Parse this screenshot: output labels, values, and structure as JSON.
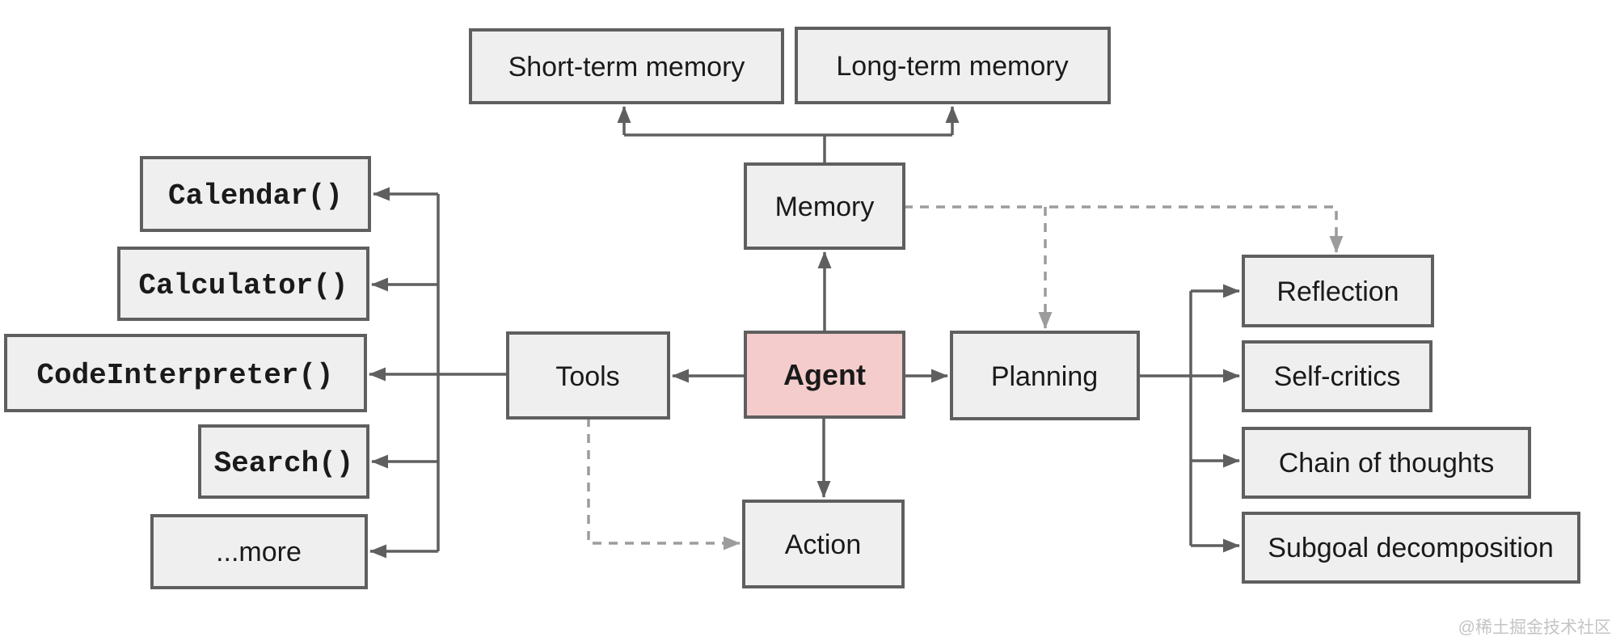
{
  "diagram": {
    "nodes": {
      "short_term_memory": {
        "label": "Short-term memory"
      },
      "long_term_memory": {
        "label": "Long-term memory"
      },
      "memory": {
        "label": "Memory"
      },
      "agent": {
        "label": "Agent"
      },
      "tools": {
        "label": "Tools"
      },
      "planning": {
        "label": "Planning"
      },
      "action": {
        "label": "Action"
      },
      "calendar": {
        "label": "Calendar()"
      },
      "calculator": {
        "label": "Calculator()"
      },
      "code_interpreter": {
        "label": "CodeInterpreter()"
      },
      "search": {
        "label": "Search()"
      },
      "more": {
        "label": "...more"
      },
      "reflection": {
        "label": "Reflection"
      },
      "self_critics": {
        "label": "Self-critics"
      },
      "chain_of_thoughts": {
        "label": "Chain of thoughts"
      },
      "subgoal_decomposition": {
        "label": "Subgoal decomposition"
      }
    },
    "edges": {
      "solid": [
        "agent-to-memory",
        "memory-to-short-term",
        "memory-to-long-term",
        "agent-to-tools",
        "agent-to-planning",
        "agent-to-action",
        "tools-to-calendar",
        "tools-to-calculator",
        "tools-to-code-interpreter",
        "tools-to-search",
        "tools-to-more",
        "planning-to-reflection",
        "planning-to-self-critics",
        "planning-to-chain-of-thoughts",
        "planning-to-subgoal-decomposition"
      ],
      "dashed": [
        "memory-to-planning",
        "memory-to-reflection",
        "tools-to-action"
      ]
    },
    "colors": {
      "node_fill": "#efefef",
      "node_border": "#5f5f5f",
      "agent_fill": "#f4cccc",
      "solid_arrow": "#5f5f5f",
      "dashed_arrow": "#9c9c9c",
      "text": "#1a1a1a",
      "background": "#ffffff"
    }
  },
  "watermark": {
    "text": "@稀土掘金技术社区"
  }
}
